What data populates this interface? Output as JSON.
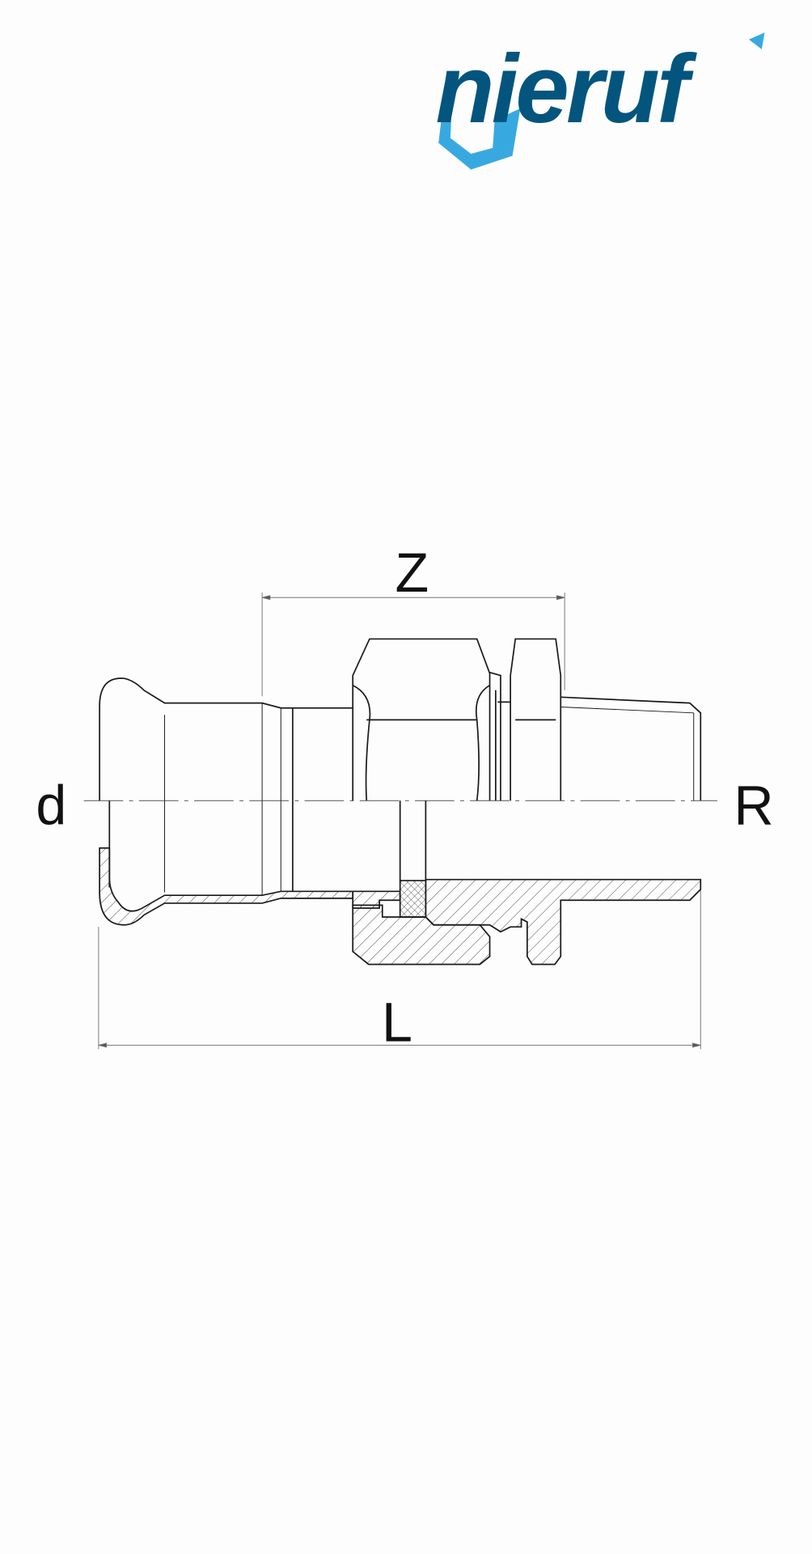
{
  "brand": {
    "name": "nieruf",
    "colors": {
      "dark": "#03557d",
      "light": "#38a9e0"
    }
  },
  "dimensions": {
    "z_label": "Z",
    "l_label": "L",
    "d_label": "d",
    "r_label": "R"
  },
  "drawing": {
    "line_color": "#1a1a1a",
    "thin_line_color": "#777777"
  }
}
